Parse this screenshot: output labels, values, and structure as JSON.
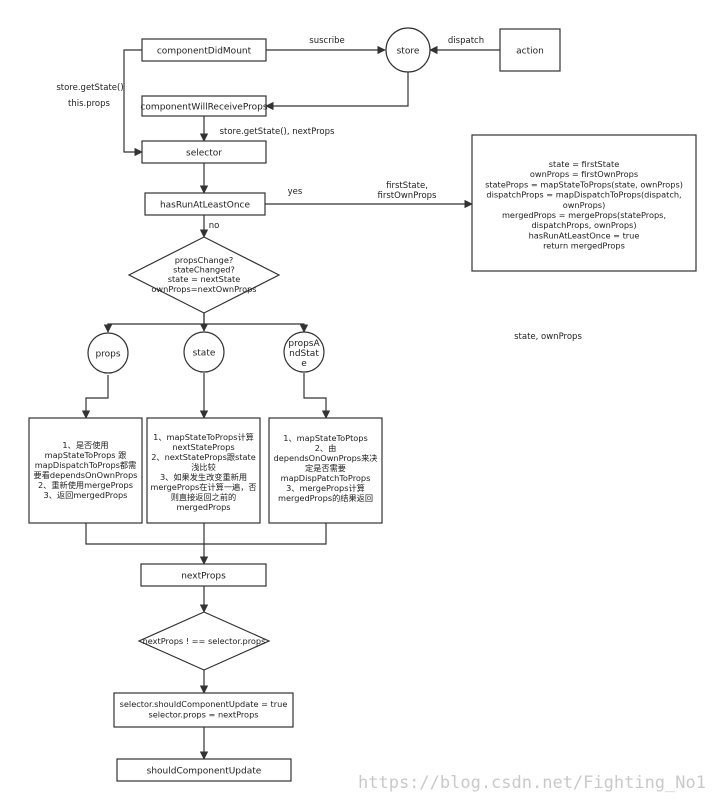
{
  "nodes": {
    "component_did_mount": "componentDidMount",
    "store": "store",
    "action": "action",
    "component_will_receive_props": "componentWillReceiveProps",
    "selector": "selector",
    "has_run_at_least_once": "hasRunAtLeastOnce",
    "decision_props_change": [
      "propsChange?",
      "stateChanged?",
      "state = nextState",
      "ownProps=nextOwnProps"
    ],
    "first_run_box": [
      "state = firstState",
      "ownProps = firstOwnProps",
      "stateProps = mapStateToProps(state, ownProps)",
      "dispatchProps = mapDispatchToProps(dispatch,",
      "ownProps)",
      "mergedProps = mergeProps(stateProps,",
      "dispatchProps, ownProps)",
      "hasRunAtLeastOnce = true",
      "return mergedProps"
    ],
    "circle_props": "props",
    "circle_state": "state",
    "circle_props_and_state": [
      "propsA",
      "ndStat",
      "e"
    ],
    "box_props": [
      "1、是否使用",
      "mapStateToProps 跟",
      "mapDispatchToProps都需",
      "要看dependsOnOwnProps",
      "2、重新使用mergeProps",
      "3、返回mergedProps"
    ],
    "box_state": [
      "1、mapStateToProps计算",
      "nextStateProps",
      "2、nextStateProps跟state",
      "浅比较",
      "3、如果发生改变重新用",
      "mergeProps在计算一遍，否",
      "则直接返回之前的",
      "mergedProps"
    ],
    "box_props_and_state": [
      "1、mapStateToPtops",
      "2、由",
      "dependsOnOwnProps来决",
      "定是否需要",
      "mapDispPatchToProps",
      "3、mergeProps计算",
      "mergedProps的结果返回"
    ],
    "next_props": "nextProps",
    "decision_next_props": "nextProps ! == selector.props",
    "should_update_box": [
      "selector.shouldComponentUpdate = true",
      "selector.props = nextProps"
    ],
    "should_component_update": "shouldComponentUpdate"
  },
  "edges": {
    "suscribe": "suscribe",
    "dispatch": "dispatch",
    "store_get_state": "store.getState()",
    "this_props": "this.props",
    "store_get_state_next_props": "store.getState(), nextProps",
    "yes": "yes",
    "first_state": "firstState,",
    "first_own_props": "firstOwnProps",
    "no": "no",
    "state_own_props": "state, ownProps"
  },
  "watermark": "https://blog.csdn.net/Fighting_No1"
}
